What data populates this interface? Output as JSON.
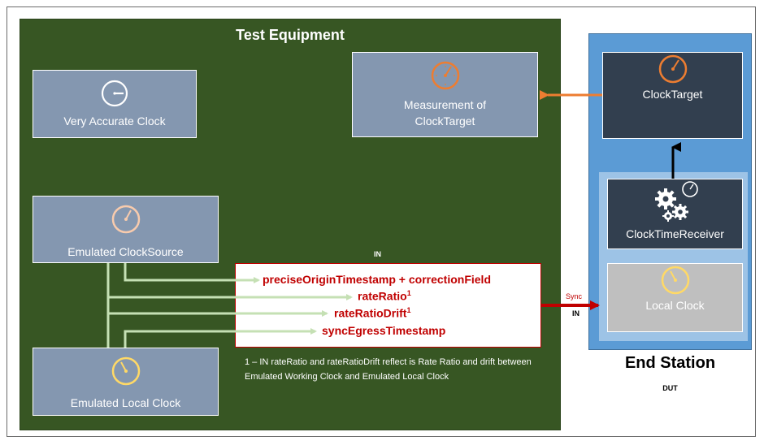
{
  "test_equipment": {
    "title": "Test Equipment"
  },
  "boxes": {
    "very_accurate_clock": "Very Accurate Clock",
    "measurement_line1": "Measurement of",
    "measurement_line2": "ClockTarget",
    "emulated_clocksource": "Emulated ClockSource",
    "emulated_local_clock": "Emulated Local Clock"
  },
  "sync_message": {
    "in_label": "IN",
    "fields": [
      {
        "text": "preciseOriginTimestamp + correctionField",
        "sup": ""
      },
      {
        "text": "rateRatio",
        "sup": "1"
      },
      {
        "text": "rateRatioDrift",
        "sup": "1"
      },
      {
        "text": "syncEgressTimestamp",
        "sup": ""
      }
    ],
    "footnote": "1 – IN rateRatio and rateRatioDrift reflect is Rate Ratio and drift between Emulated Working Clock and Emulated Local Clock"
  },
  "link": {
    "sync_label": "Sync",
    "in_label": "IN"
  },
  "end_station": {
    "title": "End Station",
    "subtitle": "DUT",
    "clock_target": "ClockTarget",
    "clock_time_receiver": "ClockTimeReceiver",
    "local_clock": "Local Clock"
  },
  "colors": {
    "test_equipment_bg": "#375623",
    "box_bg": "#8497b0",
    "dut_bg": "#5b9bd5",
    "dark_box_bg": "#323f4f",
    "message_red": "#c00000",
    "orange": "#ed7d31",
    "light_green": "#c5e0b4",
    "yellow": "#ffd966"
  },
  "icons": {
    "very_accurate_clock": "clock-icon",
    "measurement": "gauge-icon",
    "emulated_clocksource": "gauge-icon",
    "emulated_local_clock": "gauge-icon",
    "clock_target": "gauge-icon",
    "clock_time_receiver": "gears-clock-icon",
    "local_clock": "gauge-icon"
  }
}
